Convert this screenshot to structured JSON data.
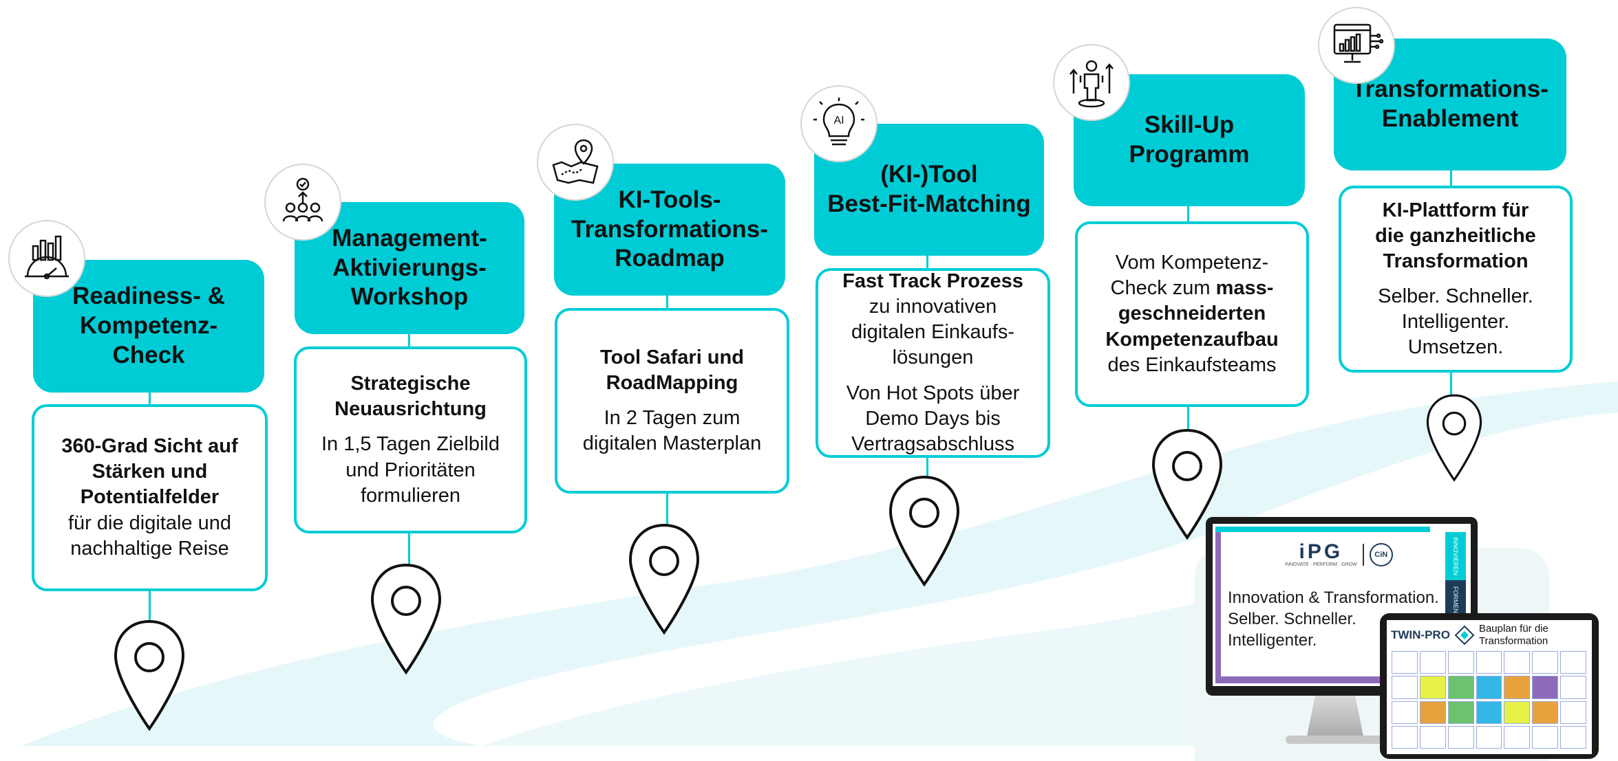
{
  "colors": {
    "accent": "#00CCD6",
    "road": "#E6F7F9",
    "border": "#00CCD6",
    "purple": "#8E6AB8",
    "navy": "#1F3B5A"
  },
  "steps": [
    {
      "icon": "readiness-gauge-icon",
      "title_lines": [
        "Readiness- &",
        "Kompetenz-",
        "Check"
      ],
      "body": [
        {
          "text": "360-Grad Sicht auf",
          "bold": true
        },
        {
          "text": "Stärken und",
          "bold": true
        },
        {
          "text": "Potentialfelder",
          "bold": true
        },
        {
          "text": "für die digitale und",
          "bold": false
        },
        {
          "text": "nachhaltige  Reise",
          "bold": false
        }
      ]
    },
    {
      "icon": "team-growth-icon",
      "title_lines": [
        "Management-",
        "Aktivierungs-",
        "Workshop"
      ],
      "body": [
        {
          "text": "Strategische",
          "bold": true
        },
        {
          "text": "Neuausrichtung",
          "bold": true
        },
        {
          "text": "In 1,5 Tagen Zielbild",
          "bold": false,
          "gap": true
        },
        {
          "text": "und Prioritäten",
          "bold": false
        },
        {
          "text": "formulieren",
          "bold": false
        }
      ]
    },
    {
      "icon": "map-roadmap-icon",
      "title_lines": [
        "KI-Tools-",
        "Transformations-",
        "Roadmap"
      ],
      "body": [
        {
          "text": "Tool Safari und",
          "bold": true
        },
        {
          "text": "RoadMapping",
          "bold": true
        },
        {
          "text": "In 2 Tagen zum",
          "bold": false,
          "gap": true
        },
        {
          "text": "digitalen Masterplan",
          "bold": false
        }
      ]
    },
    {
      "icon": "ai-lightbulb-icon",
      "title_lines": [
        "(KI-)Tool",
        "Best-Fit-Matching"
      ],
      "body": [
        {
          "text": "Fast Track Prozess",
          "bold": true
        },
        {
          "text": "zu innovativen",
          "bold": false
        },
        {
          "text": "digitalen Einkaufs-",
          "bold": false
        },
        {
          "text": "lösungen",
          "bold": false
        },
        {
          "text": "Von Hot Spots über",
          "bold": false,
          "gap": true
        },
        {
          "text": "Demo Days bis",
          "bold": false
        },
        {
          "text": "Vertragsabschluss",
          "bold": false
        }
      ]
    },
    {
      "icon": "person-skillup-icon",
      "title_lines": [
        "Skill-Up",
        "Programm"
      ],
      "body": [
        {
          "parts": [
            {
              "text": "Vom Kompetenz-",
              "bold": false
            }
          ]
        },
        {
          "parts": [
            {
              "text": "Check zum ",
              "bold": false
            },
            {
              "text": "mass-",
              "bold": true
            }
          ]
        },
        {
          "parts": [
            {
              "text": "geschneiderten",
              "bold": true
            }
          ]
        },
        {
          "parts": [
            {
              "text": "Kompetenzaufbau",
              "bold": true
            }
          ]
        },
        {
          "parts": [
            {
              "text": "des Einkaufsteams",
              "bold": false
            }
          ]
        }
      ]
    },
    {
      "icon": "digital-analytics-icon",
      "title_lines": [
        "Transformations-",
        "Enablement"
      ],
      "body": [
        {
          "text": "KI-Plattform für",
          "bold": true
        },
        {
          "text": "die ganzheitliche",
          "bold": true
        },
        {
          "text": "Transformation",
          "bold": true
        },
        {
          "text": "Selber. Schneller.",
          "bold": false,
          "gap": true
        },
        {
          "text": "Intelligenter.",
          "bold": false
        },
        {
          "text": "Umsetzen.",
          "bold": false
        }
      ]
    }
  ],
  "monitor": {
    "logo": "iPG",
    "logo_sub": "INNOVATE · PERFORM · GROW",
    "logo_badge": "CiN",
    "side_label_1": "INNOVIEREN",
    "side_label_2": "FORMEN",
    "lines": [
      "Innovation & Transformation.",
      "Selber. Schneller.",
      "Intelligenter."
    ]
  },
  "tablet": {
    "brand": "TWIN-PRO",
    "subtitle_lines": [
      "Bauplan für die",
      "Transformation"
    ]
  }
}
